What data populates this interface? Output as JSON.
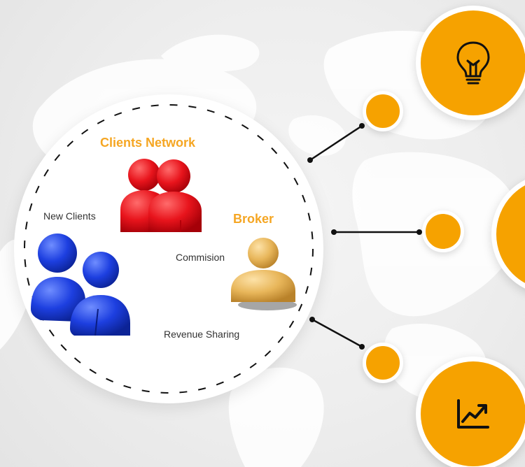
{
  "diagram": {
    "clients_network_label": "Clients Network",
    "broker_label": "Broker",
    "new_clients_label": "New Clients",
    "commission_label": "Commision",
    "revenue_sharing_label": "Revenue Sharing"
  },
  "colors": {
    "accent_orange": "#f6a200",
    "title_orange": "#f5a623",
    "clients_red": "#e8141c",
    "new_clients_blue": "#1d3fe0",
    "broker_gold": "#e8b65a"
  },
  "icons": {
    "top": "lightbulb-icon",
    "middle": "blank",
    "bottom": "growth-chart-icon"
  }
}
